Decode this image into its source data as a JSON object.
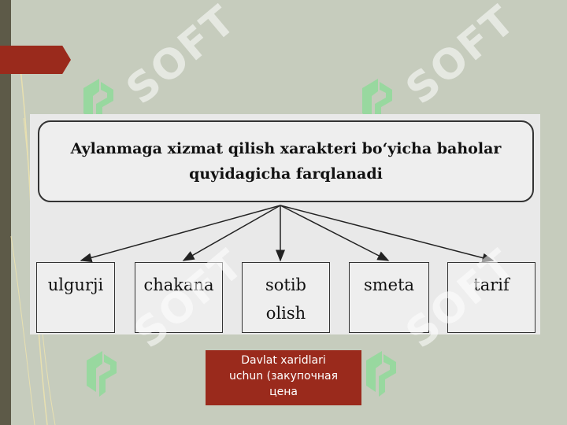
{
  "slide": {
    "title_line1": "Aylanmaga xizmat qilish xarakteri bo‘yicha baholar",
    "title_line2": "quyidagicha farqlanadi",
    "categories": [
      {
        "line1": "ulgurji",
        "line2": ""
      },
      {
        "line1": "chakana",
        "line2": ""
      },
      {
        "line1": "sotib",
        "line2": "olish"
      },
      {
        "line1": "smeta",
        "line2": ""
      },
      {
        "line1": "tarif",
        "line2": ""
      }
    ],
    "note_line1": "Davlat xaridlari",
    "note_line2": "uchun (закупочная",
    "note_line3": "цена"
  },
  "watermark": {
    "text": "SOFT"
  },
  "colors": {
    "background": "#c6ccbd",
    "accent": "#9a2a1c",
    "left_bar": "#5d5a48",
    "watermark_mark": "#8fd99a"
  }
}
